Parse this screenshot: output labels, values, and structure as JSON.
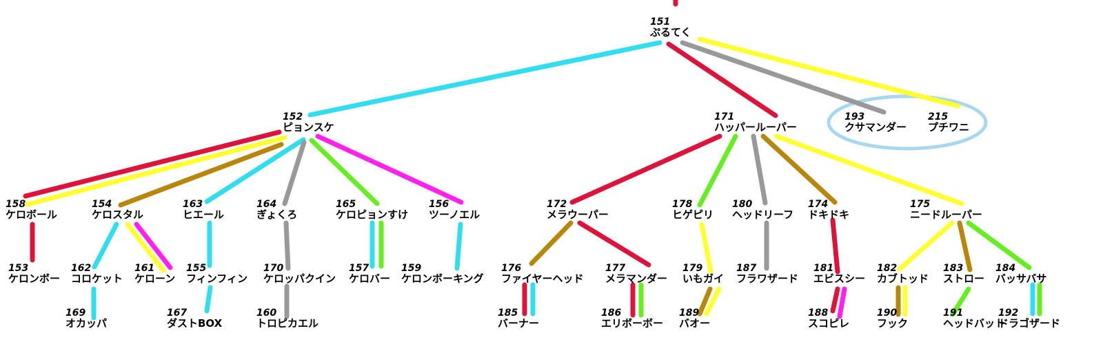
{
  "palette": {
    "crimson": "#dc143c",
    "yellow": "#ffff33",
    "cyan": "#33ddf0",
    "gray": "#999999",
    "green": "#66ee22",
    "magenta": "#ff22ee",
    "brown": "#b8860b",
    "highlight_ring": "#a8d8f0"
  },
  "nodes": [
    {
      "id": "151",
      "name": "ぷるてく"
    },
    {
      "id": "152",
      "name": "ピョンスケ"
    },
    {
      "id": "171",
      "name": "ハッパールーパー"
    },
    {
      "id": "193",
      "name": "クサマンダー"
    },
    {
      "id": "215",
      "name": "プチワニ"
    },
    {
      "id": "158",
      "name": "ケロボール"
    },
    {
      "id": "154",
      "name": "ケロスタル"
    },
    {
      "id": "163",
      "name": "ヒエール"
    },
    {
      "id": "164",
      "name": "ぎょくろ"
    },
    {
      "id": "165",
      "name": "ケロピョンすけ"
    },
    {
      "id": "156",
      "name": "ツーノエル"
    },
    {
      "id": "172",
      "name": "メラウーパー"
    },
    {
      "id": "178",
      "name": "ヒゲピリ"
    },
    {
      "id": "180",
      "name": "ヘッドリーフ"
    },
    {
      "id": "174",
      "name": "ドキドキ"
    },
    {
      "id": "175",
      "name": "ニードルーパー"
    },
    {
      "id": "153",
      "name": "ケロンボー"
    },
    {
      "id": "162",
      "name": "コロケット"
    },
    {
      "id": "161",
      "name": "ケローン"
    },
    {
      "id": "155",
      "name": "フィンフィン"
    },
    {
      "id": "170",
      "name": "ケロッパクイン"
    },
    {
      "id": "157",
      "name": "ケロバー"
    },
    {
      "id": "159",
      "name": "ケロンボーキング"
    },
    {
      "id": "176",
      "name": "ファイヤーヘッド"
    },
    {
      "id": "177",
      "name": "メラマンダー"
    },
    {
      "id": "179",
      "name": "いもガイ"
    },
    {
      "id": "187",
      "name": "フラワザード"
    },
    {
      "id": "181",
      "name": "エビスシー"
    },
    {
      "id": "182",
      "name": "カブトッド"
    },
    {
      "id": "183",
      "name": "ストロー"
    },
    {
      "id": "184",
      "name": "バッサバサ"
    },
    {
      "id": "169",
      "name": "オカッパ"
    },
    {
      "id": "167",
      "name": "ダストBOX"
    },
    {
      "id": "160",
      "name": "トロピカエル"
    },
    {
      "id": "185",
      "name": "バーナー"
    },
    {
      "id": "186",
      "name": "エリボーボー"
    },
    {
      "id": "189",
      "name": "バオー"
    },
    {
      "id": "188",
      "name": "スコピレ"
    },
    {
      "id": "190",
      "name": "フック"
    },
    {
      "id": "191",
      "name": "ヘッドバット"
    },
    {
      "id": "192",
      "name": "ドラゴザード"
    }
  ],
  "edges": [
    {
      "from": "root",
      "to": "151",
      "colors": [
        "crimson"
      ]
    },
    {
      "from": "151",
      "to": "152",
      "colors": [
        "cyan"
      ]
    },
    {
      "from": "151",
      "to": "171",
      "colors": [
        "crimson"
      ]
    },
    {
      "from": "151",
      "to": "193",
      "colors": [
        "gray"
      ]
    },
    {
      "from": "151",
      "to": "215",
      "colors": [
        "yellow"
      ]
    },
    {
      "from": "152",
      "to": "158",
      "colors": [
        "crimson",
        "yellow"
      ]
    },
    {
      "from": "152",
      "to": "154",
      "colors": [
        "brown"
      ]
    },
    {
      "from": "152",
      "to": "163",
      "colors": [
        "cyan"
      ]
    },
    {
      "from": "152",
      "to": "164",
      "colors": [
        "gray"
      ]
    },
    {
      "from": "152",
      "to": "165",
      "colors": [
        "green"
      ]
    },
    {
      "from": "152",
      "to": "156",
      "colors": [
        "magenta"
      ]
    },
    {
      "from": "171",
      "to": "172",
      "colors": [
        "crimson"
      ]
    },
    {
      "from": "171",
      "to": "178",
      "colors": [
        "green"
      ]
    },
    {
      "from": "171",
      "to": "180",
      "colors": [
        "gray"
      ]
    },
    {
      "from": "171",
      "to": "174",
      "colors": [
        "brown"
      ]
    },
    {
      "from": "171",
      "to": "175",
      "colors": [
        "yellow"
      ]
    },
    {
      "from": "158",
      "to": "153",
      "colors": [
        "crimson"
      ]
    },
    {
      "from": "154",
      "to": "162",
      "colors": [
        "cyan"
      ]
    },
    {
      "from": "154",
      "to": "161",
      "colors": [
        "yellow",
        "magenta"
      ]
    },
    {
      "from": "163",
      "to": "155",
      "colors": [
        "cyan"
      ]
    },
    {
      "from": "164",
      "to": "170",
      "colors": [
        "gray"
      ]
    },
    {
      "from": "165",
      "to": "157",
      "colors": [
        "cyan",
        "green"
      ]
    },
    {
      "from": "156",
      "to": "159",
      "colors": [
        "cyan"
      ]
    },
    {
      "from": "172",
      "to": "176",
      "colors": [
        "brown"
      ]
    },
    {
      "from": "172",
      "to": "177",
      "colors": [
        "crimson"
      ]
    },
    {
      "from": "178",
      "to": "179",
      "colors": [
        "yellow"
      ]
    },
    {
      "from": "180",
      "to": "187",
      "colors": [
        "gray"
      ]
    },
    {
      "from": "174",
      "to": "181",
      "colors": [
        "crimson"
      ]
    },
    {
      "from": "175",
      "to": "182",
      "colors": [
        "yellow"
      ]
    },
    {
      "from": "175",
      "to": "183",
      "colors": [
        "brown"
      ]
    },
    {
      "from": "175",
      "to": "184",
      "colors": [
        "green"
      ]
    },
    {
      "from": "162",
      "to": "169",
      "colors": [
        "cyan"
      ]
    },
    {
      "from": "155",
      "to": "167",
      "colors": [
        "cyan"
      ]
    },
    {
      "from": "170",
      "to": "160",
      "colors": [
        "gray"
      ]
    },
    {
      "from": "176",
      "to": "185",
      "colors": [
        "crimson",
        "cyan"
      ]
    },
    {
      "from": "177",
      "to": "186",
      "colors": [
        "crimson",
        "green"
      ]
    },
    {
      "from": "179",
      "to": "189",
      "colors": [
        "brown",
        "yellow"
      ]
    },
    {
      "from": "181",
      "to": "188",
      "colors": [
        "crimson",
        "magenta"
      ]
    },
    {
      "from": "182",
      "to": "190",
      "colors": [
        "brown",
        "yellow"
      ]
    },
    {
      "from": "183",
      "to": "191",
      "colors": [
        "green"
      ]
    },
    {
      "from": "184",
      "to": "192",
      "colors": [
        "cyan",
        "green"
      ]
    }
  ],
  "highlight": {
    "encircles": [
      "193",
      "215"
    ]
  }
}
